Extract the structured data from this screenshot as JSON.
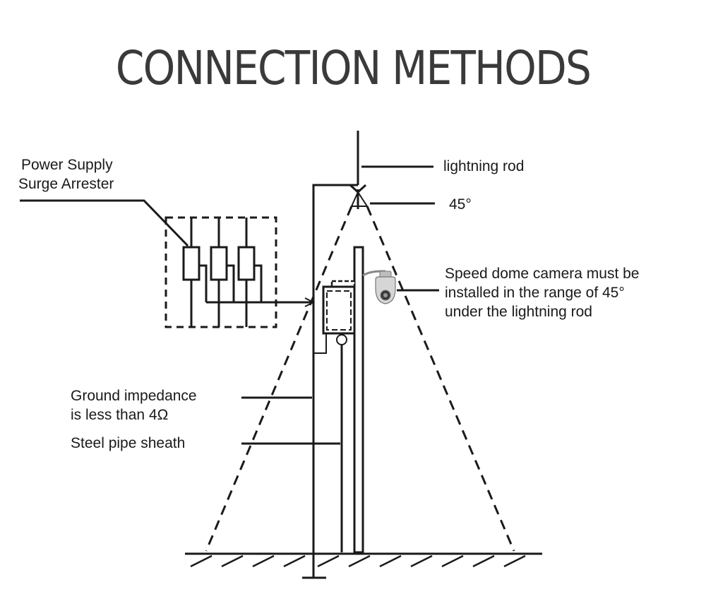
{
  "title": "CONNECTION METHODS",
  "labels": {
    "surge_arrester_line1": "Power Supply",
    "surge_arrester_line2": "Surge Arrester",
    "lightning_rod": "lightning rod",
    "angle": "45°",
    "camera_line1": "Speed dome camera must be",
    "camera_line2": "installed in the range of 45°",
    "camera_line3": "under the lightning rod",
    "ground_line1": "Ground impedance",
    "ground_line2": "is less than 4Ω",
    "steel_pipe": "Steel pipe sheath"
  },
  "colors": {
    "line": "#1a1a1a",
    "title": "#3a3a3a",
    "background": "#ffffff"
  }
}
